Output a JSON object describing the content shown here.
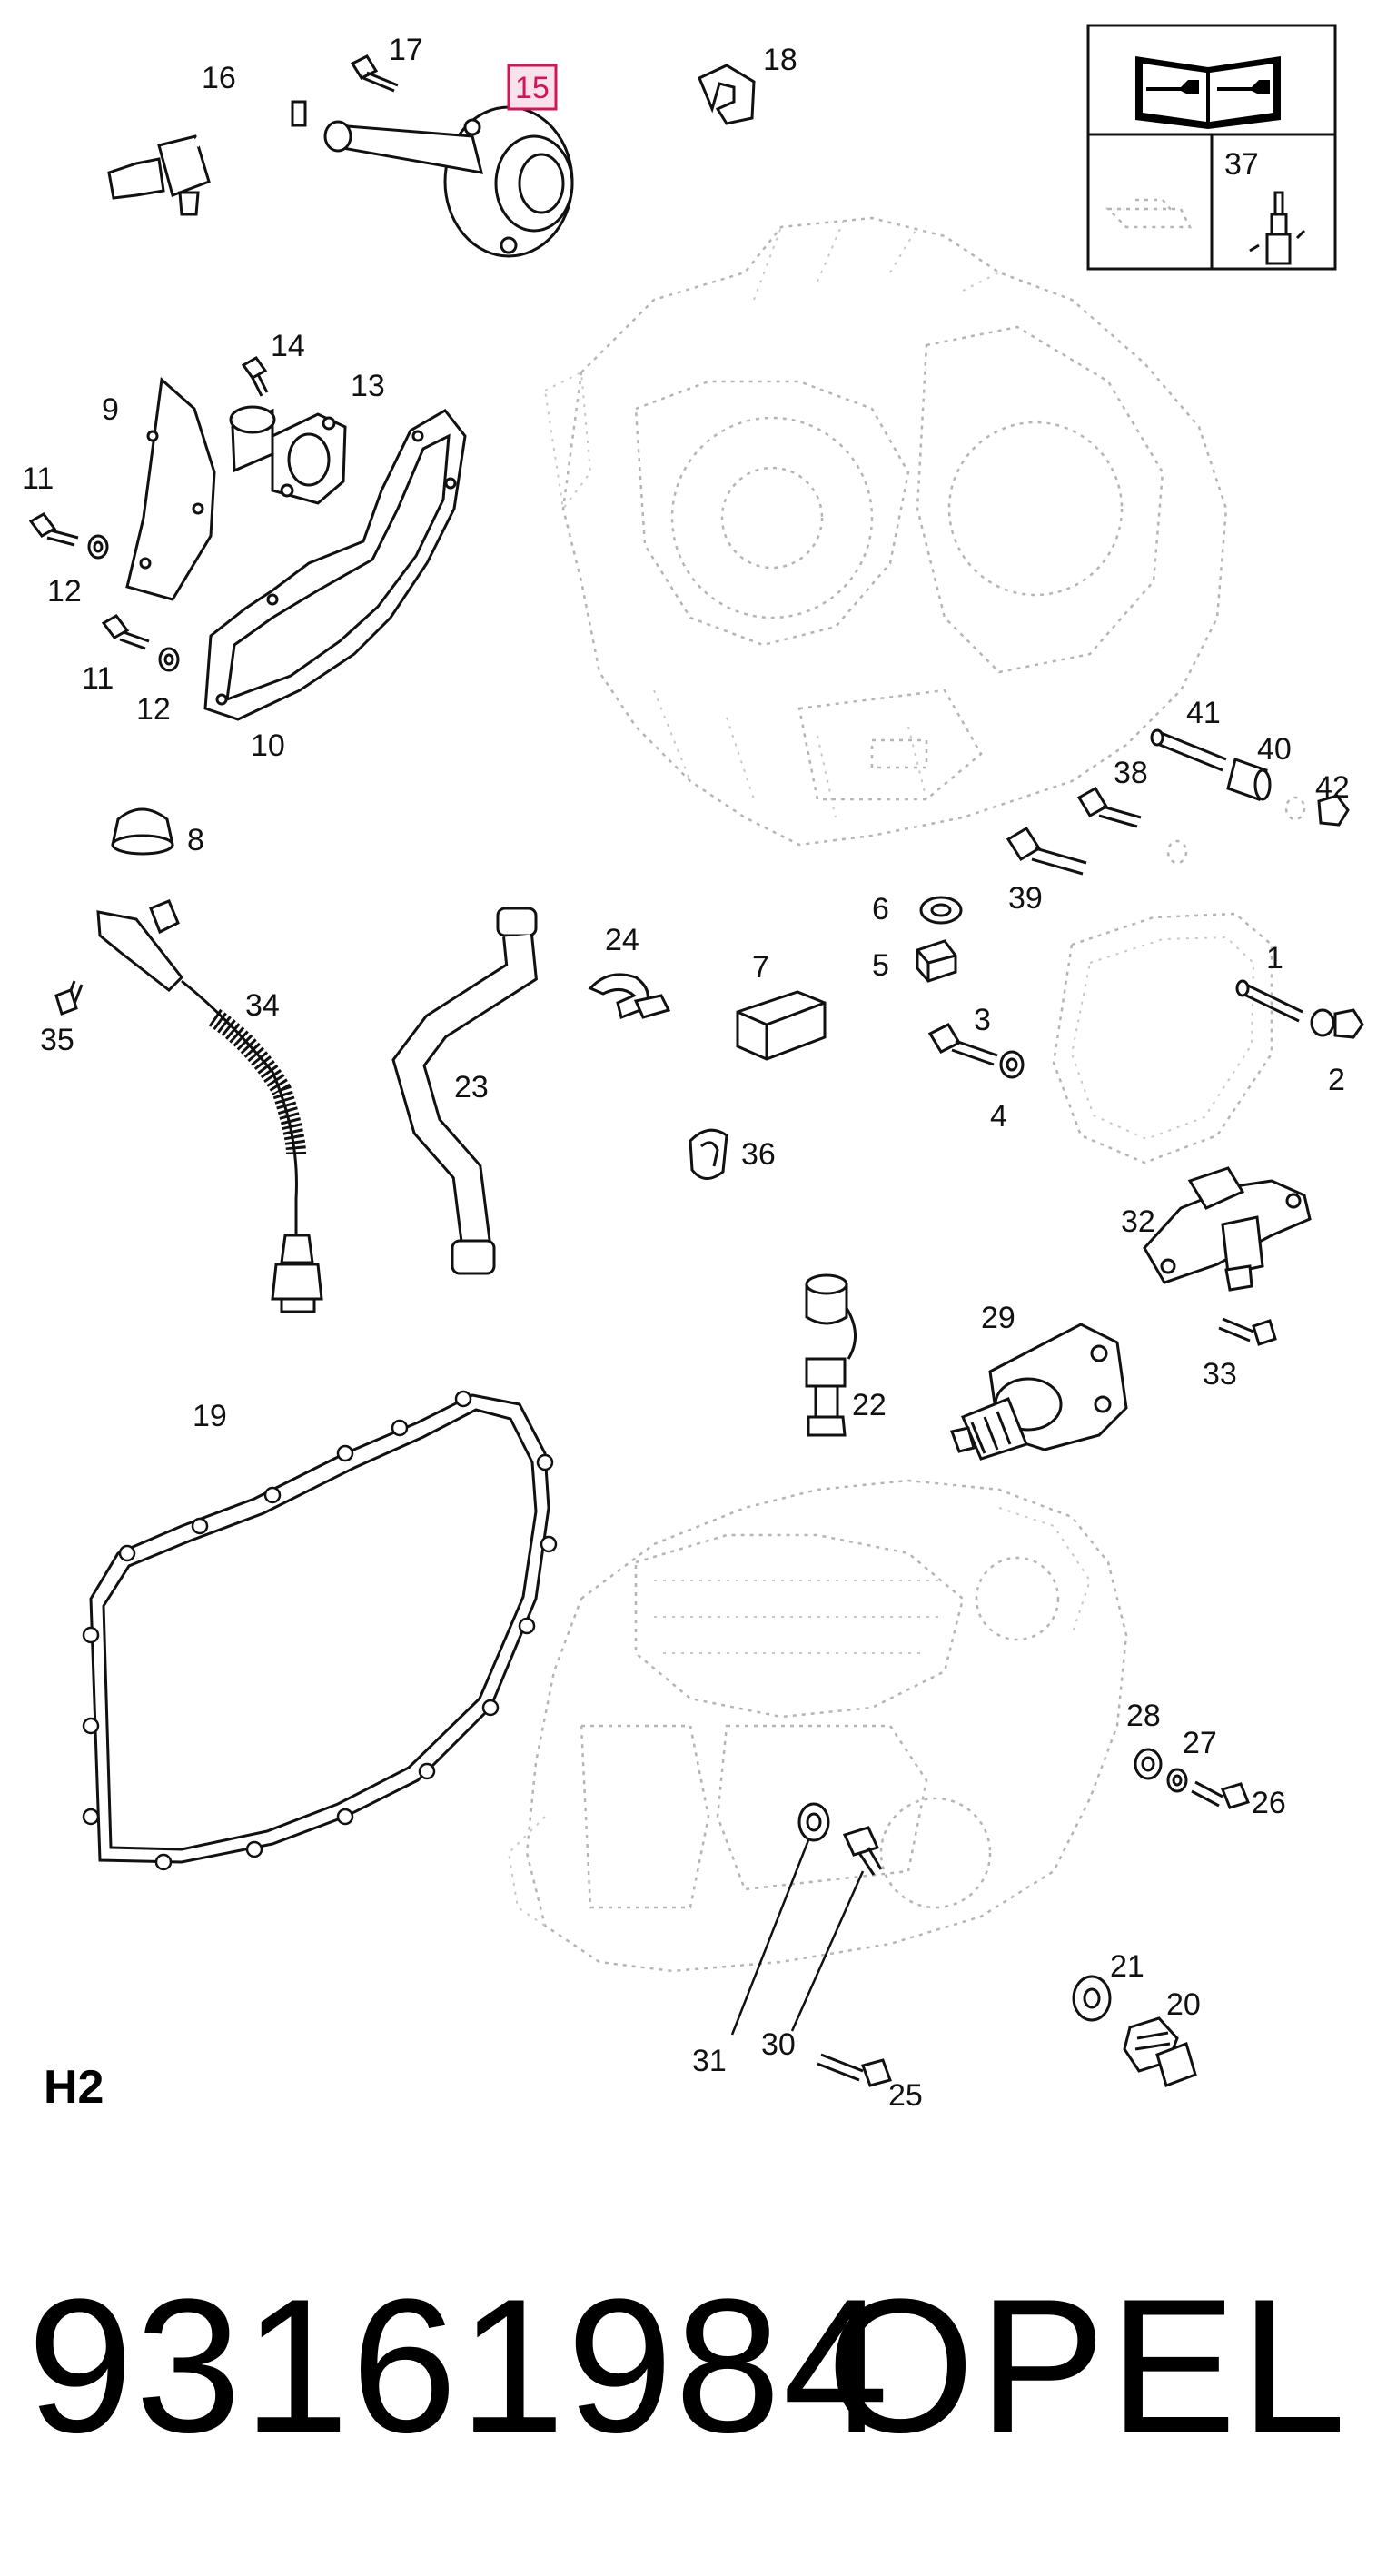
{
  "diagram": {
    "section_code": "H2",
    "part_number": "93161984",
    "brand": "OPEL",
    "highlighted_callout": "15",
    "highlight_color": "#d4145a",
    "legend_box": {
      "tool_icon": "wrench-book-icon",
      "callout": "37"
    },
    "callouts": {
      "c1": "1",
      "c2": "2",
      "c3": "3",
      "c4": "4",
      "c5": "5",
      "c6": "6",
      "c7": "7",
      "c8": "8",
      "c9": "9",
      "c10": "10",
      "c11a": "11",
      "c11b": "11",
      "c12a": "12",
      "c12b": "12",
      "c13": "13",
      "c14": "14",
      "c15": "15",
      "c16": "16",
      "c17": "17",
      "c18": "18",
      "c19": "19",
      "c20": "20",
      "c21": "21",
      "c22": "22",
      "c23": "23",
      "c24": "24",
      "c25": "25",
      "c26": "26",
      "c27": "27",
      "c28": "28",
      "c29": "29",
      "c30": "30",
      "c31": "31",
      "c32": "32",
      "c33": "33",
      "c34": "34",
      "c35": "35",
      "c36": "36",
      "c37": "37",
      "c38": "38",
      "c39": "39",
      "c40": "40",
      "c41": "41",
      "c42": "42"
    }
  }
}
